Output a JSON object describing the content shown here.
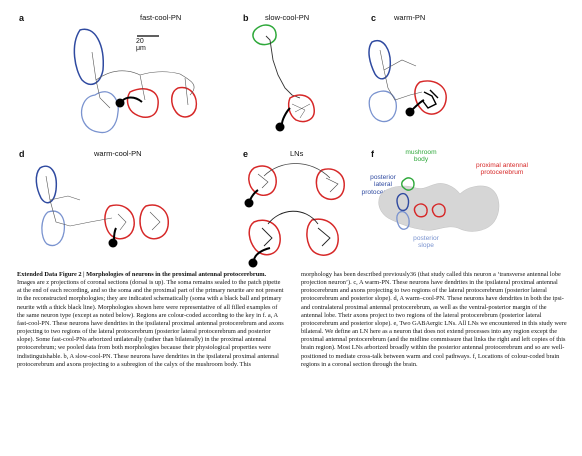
{
  "panels": {
    "a": {
      "label": "a",
      "title": "fast-cool-PN",
      "scale": "20 μm"
    },
    "b": {
      "label": "b",
      "title": "slow-cool-PN"
    },
    "c": {
      "label": "c",
      "title": "warm-PN"
    },
    "d": {
      "label": "d",
      "title": "warm-cool-PN"
    },
    "e": {
      "label": "e",
      "title": "LNs"
    },
    "f": {
      "label": "f",
      "mushroom": "mushroom\nbody",
      "proximal": "proximal antennal\nprotocerebrum",
      "posterior_lateral": "posterior\nlateral\nprotocerebrum",
      "posterior_slope": "posterior\nslope"
    }
  },
  "caption": {
    "heading": "Extended Data Figure 2 | Morphologies of neurons in the proximal antennal protocerebrum.",
    "left_body": " Images are z projections of coronal sections (dorsal is up). The soma remains sealed to the patch pipette at the end of each recording, and so the soma and the proximal part of the primary neurite are not present in the reconstructed morphologies; they are indicated schematically (soma with a black ball and primary neurite with a thick black line). Morphologies shown here were representative of all filled examples of the same neuron type (except as noted below). Regions are colour-coded according to the key in f. a, A fast-cool-PN. These neurons have dendrites in the ipsilateral proximal antennal protocerebrum and axons projecting to two regions of the lateral protocerebrum (posterior lateral protocerebrum and posterior slope). Some fast-cool-PNs arborized unilaterally (rather than bilaterally) in the proximal antennal protocerebrum; we pooled data from both morphologies because their physiological properties were indistinguishable. b, A slow-cool-PN. These neurons have dendrites in the ipsilateral proximal antennal protocerebrum and axons projecting to a subregion of the calyx of the mushroom body. This",
    "right_body": "morphology has been described previously36 (that study called this neuron a ‘transverse antennal lobe projection neuron’). c, A warm-PN. These neurons have dendrites in the ipsilateral proximal antennal protocerebrum and axons projecting to two regions of the lateral protocerebrum (posterior lateral protocerebrum and posterior slope). d, A warm–cool-PN. These neurons have dendrites in both the ipsi- and contralateral proximal antennal protocerebrum, as well as the ventral-posterior margin of the antennal lobe. Their axons project to two regions of the lateral protocerebrum (posterior lateral protocerebrum and posterior slope). e, Two GABAergic LNs. All LNs we encountered in this study were bilateral. We define an LN here as a neuron that does not extend processes into any region except the proximal antennal protocerebrum (and the midline commissure that links the right and left copies of this brain region). Most LNs arborized broadly within the posterior antennal protocerebrum and so are well-positioned to mediate cross-talk between warm and cool pathways. f, Locations of colour-coded brain regions in a coronal section through the brain."
  },
  "colors": {
    "red": "#d62828",
    "blue": "#2f4aa0",
    "lightblue": "#7a93cf",
    "green": "#2ea83a",
    "gray": "#d6d6d6"
  }
}
